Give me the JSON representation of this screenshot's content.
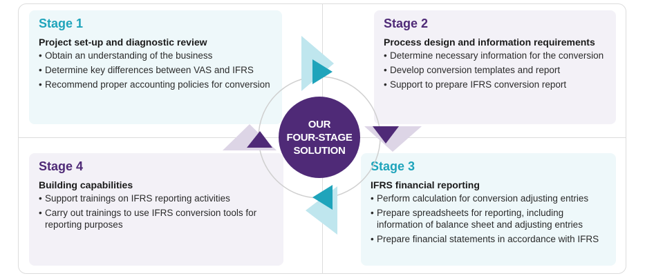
{
  "center": {
    "lines": [
      "OUR",
      "FOUR-STAGE",
      "SOLUTION"
    ]
  },
  "stages": [
    {
      "title": "Stage 1",
      "subtitle": "Project set-up and diagnostic review",
      "bullets": [
        "Obtain an understanding of the business",
        "Determine key differences between VAS and IFRS",
        "Recommend proper accounting policies for conversion"
      ]
    },
    {
      "title": "Stage 2",
      "subtitle": "Process design and information requirements",
      "bullets": [
        "Determine necessary information for the conversion",
        "Develop conversion templates and report",
        "Support to prepare IFRS conversion report"
      ]
    },
    {
      "title": "Stage 3",
      "subtitle": "IFRS financial reporting",
      "bullets": [
        "Perform calculation for conversion adjusting entries",
        "Prepare spreadsheets for reporting, including information of balance sheet and adjusting entries",
        "Prepare financial statements in accordance with IFRS"
      ]
    },
    {
      "title": "Stage 4",
      "subtitle": "Building capabilities",
      "bullets": [
        "Support trainings on IFRS reporting activities",
        "Carry out trainings to use IFRS conversion tools for reporting purposes"
      ]
    }
  ],
  "colors": {
    "teal": "#1fa4bb",
    "purple": "#4f2a77",
    "light_teal": "#eef8fa",
    "light_lilac": "#f3f1f7"
  }
}
